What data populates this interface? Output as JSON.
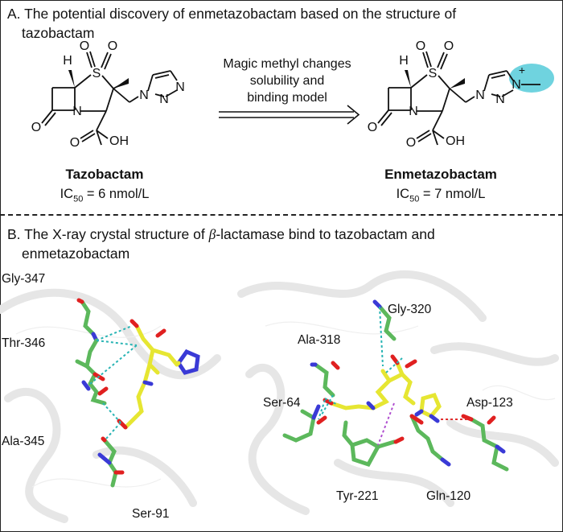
{
  "panel_a": {
    "title_line1": "A. The potential discovery of enmetazobactam based on the structure of",
    "title_line2": "tazobactam",
    "arrow_label": [
      "Magic methyl changes",
      "solubility and",
      "binding model"
    ],
    "left": {
      "name": "Tazobactam",
      "ic50_prefix": "IC",
      "ic50_sub": "50",
      "ic50_value": " = 6 nmol/L"
    },
    "right": {
      "name": "Enmetazobactam",
      "ic50_prefix": "IC",
      "ic50_sub": "50",
      "ic50_value": " = 7 nmol/L"
    },
    "atoms": {
      "H": "H",
      "S": "S",
      "O": "O",
      "N": "N",
      "OH": "OH",
      "plus": "+"
    }
  },
  "panel_b": {
    "title_line1_pre": "B. The X-ray crystal structure of ",
    "title_beta": "β",
    "title_line1_post": "-lactamase bind to tazobactam and",
    "title_line2": "enmetazobactam",
    "left_residues": [
      "Gly-347",
      "Thr-346",
      "Ala-345",
      "Ser-91"
    ],
    "right_residues": [
      "Gly-320",
      "Ala-318",
      "Ser-64",
      "Asp-123",
      "Tyr-221",
      "Gln-120"
    ]
  },
  "colors": {
    "carbon": "#5cb85c",
    "ligand": "#e6e632",
    "nitrogen": "#3a3ad6",
    "oxygen": "#e02020",
    "hbond": "#28b4b4",
    "salt": "#e03030",
    "pi": "#b050d0",
    "highlight": "#6fd3df"
  }
}
